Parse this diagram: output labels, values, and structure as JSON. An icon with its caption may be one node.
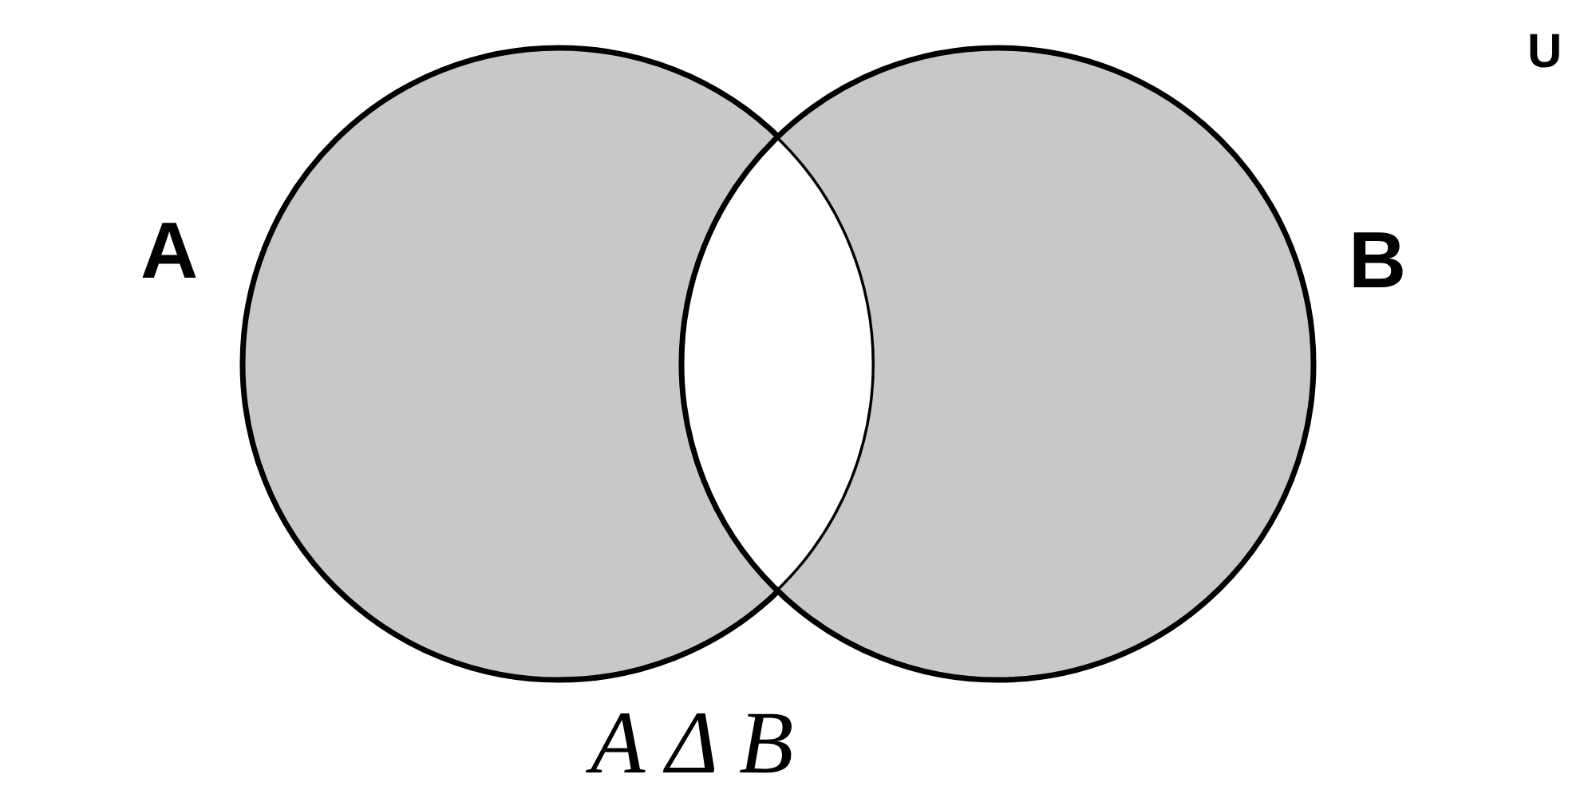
{
  "diagram": {
    "nodes": [
      {
        "text": [
          "A"
        ]
      },
      {
        "text": [
          "B"
        ]
      }
    ],
    "labels": [
      "U",
      "A Δ B"
    ]
  }
}
